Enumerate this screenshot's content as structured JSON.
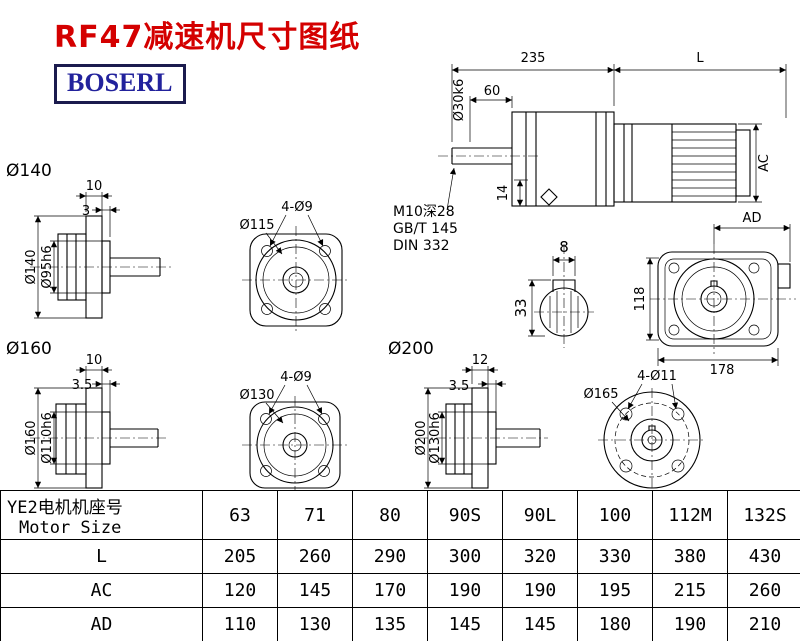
{
  "header": {
    "title": "RF47减速机尺寸图纸",
    "logo": "BOSERL"
  },
  "drawing": {
    "labels": {
      "flange140": "Ø140",
      "flange160": "Ø160",
      "flange200": "Ø200"
    },
    "notes": {
      "tap": "M10深28",
      "std1": "GB/T 145",
      "std2": "DIN 332"
    },
    "dims": {
      "d235": "235",
      "dL": "L",
      "d60": "60",
      "shaft_dia": "Ø30k6",
      "dAC": "AC",
      "d14": "14",
      "key_w": "8",
      "key_h": "33",
      "dAD": "AD",
      "d118": "118",
      "d178": "178",
      "f140_t": "10",
      "f140_s": "3",
      "f140_od": "Ø140",
      "f140_sp": "Ø95h6",
      "sq115_holes": "4-Ø9",
      "sq115_bc": "Ø115",
      "f160_t": "10",
      "f160_s": "3.5",
      "f160_od": "Ø160",
      "f160_sp": "Ø110h6",
      "sq130_holes": "4-Ø9",
      "sq130_bc": "Ø130",
      "f200_t": "12",
      "f200_s": "3.5",
      "f200_od": "Ø200",
      "f200_sp": "Ø130h6",
      "r165_holes": "4-Ø11",
      "r165_bc": "Ø165"
    }
  },
  "table": {
    "header": {
      "label_line1": "YE2电机机座号",
      "label_line2": "Motor Size",
      "sizes": [
        "63",
        "71",
        "80",
        "90S",
        "90L",
        "100",
        "112M",
        "132S"
      ]
    },
    "rows": [
      {
        "label": "L",
        "values": [
          "205",
          "260",
          "290",
          "300",
          "320",
          "330",
          "380",
          "430"
        ]
      },
      {
        "label": "AC",
        "values": [
          "120",
          "145",
          "170",
          "190",
          "190",
          "195",
          "215",
          "260"
        ]
      },
      {
        "label": "AD",
        "values": [
          "110",
          "130",
          "135",
          "145",
          "145",
          "180",
          "190",
          "210"
        ]
      }
    ]
  }
}
